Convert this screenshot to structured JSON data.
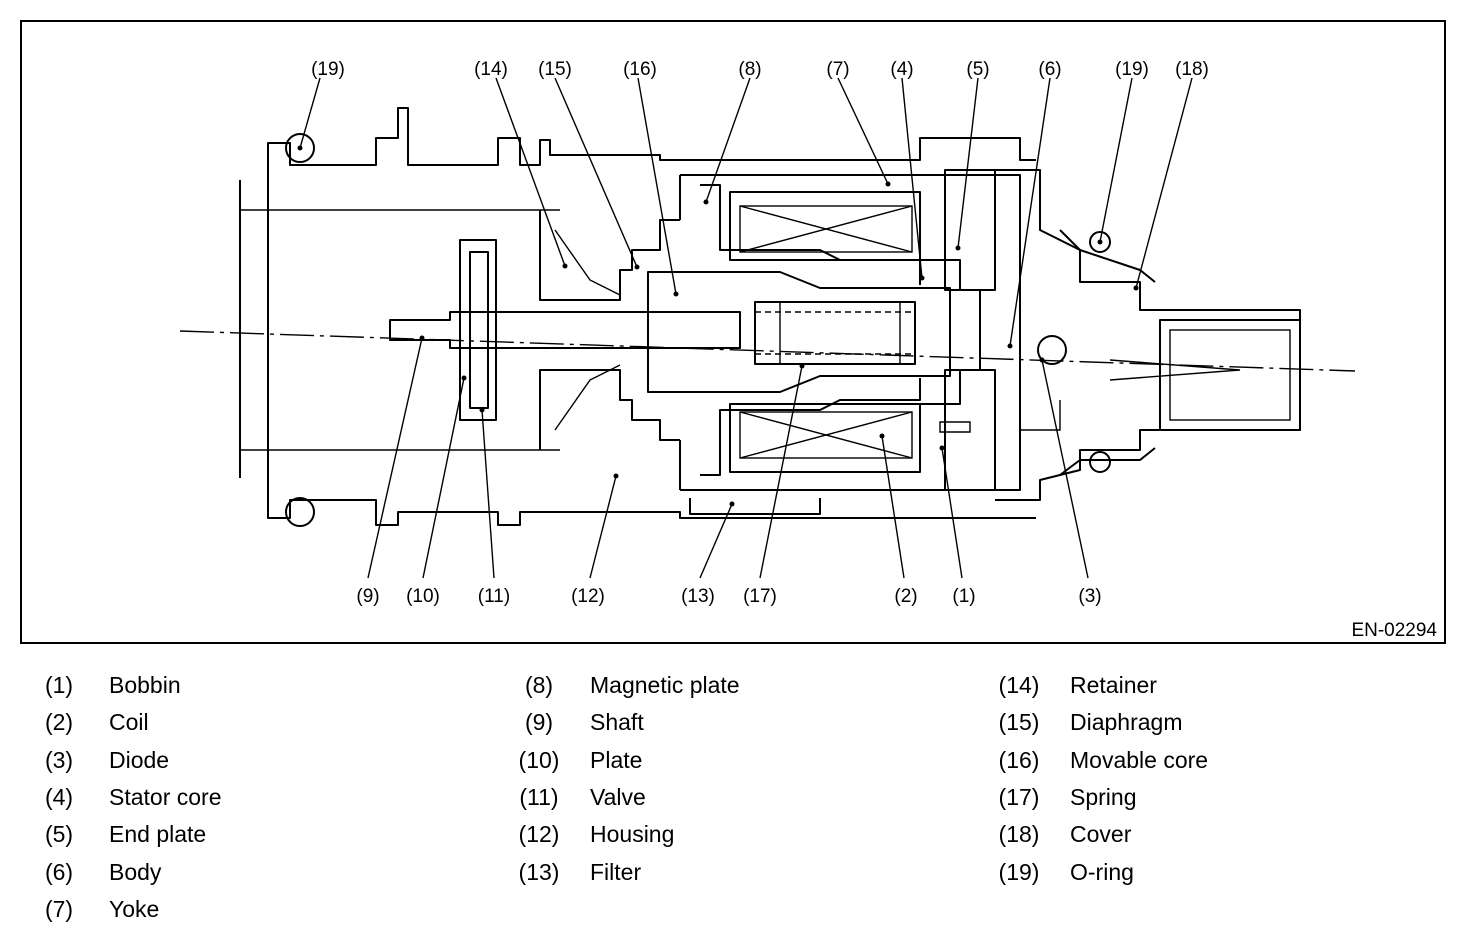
{
  "figure_id": "EN-02294",
  "callouts": {
    "top": [
      "(19)",
      "(14)",
      "(15)",
      "(16)",
      "(8)",
      "(7)",
      "(4)",
      "(5)",
      "(6)",
      "(19)",
      "(18)"
    ],
    "bottom": [
      "(9)",
      "(10)",
      "(11)",
      "(12)",
      "(13)",
      "(17)",
      "(2)",
      "(1)",
      "(3)"
    ]
  },
  "legend": [
    {
      "num": "(1)",
      "name": "Bobbin"
    },
    {
      "num": "(2)",
      "name": "Coil"
    },
    {
      "num": "(3)",
      "name": "Diode"
    },
    {
      "num": "(4)",
      "name": "Stator core"
    },
    {
      "num": "(5)",
      "name": "End plate"
    },
    {
      "num": "(6)",
      "name": "Body"
    },
    {
      "num": "(7)",
      "name": "Yoke"
    },
    {
      "num": "(8)",
      "name": "Magnetic plate"
    },
    {
      "num": "(9)",
      "name": "Shaft"
    },
    {
      "num": "(10)",
      "name": "Plate"
    },
    {
      "num": "(11)",
      "name": "Valve"
    },
    {
      "num": "(12)",
      "name": "Housing"
    },
    {
      "num": "(13)",
      "name": "Filter"
    },
    {
      "num": "(14)",
      "name": "Retainer"
    },
    {
      "num": "(15)",
      "name": "Diaphragm"
    },
    {
      "num": "(16)",
      "name": "Movable core"
    },
    {
      "num": "(17)",
      "name": "Spring"
    },
    {
      "num": "(18)",
      "name": "Cover"
    },
    {
      "num": "(19)",
      "name": "O-ring"
    }
  ]
}
